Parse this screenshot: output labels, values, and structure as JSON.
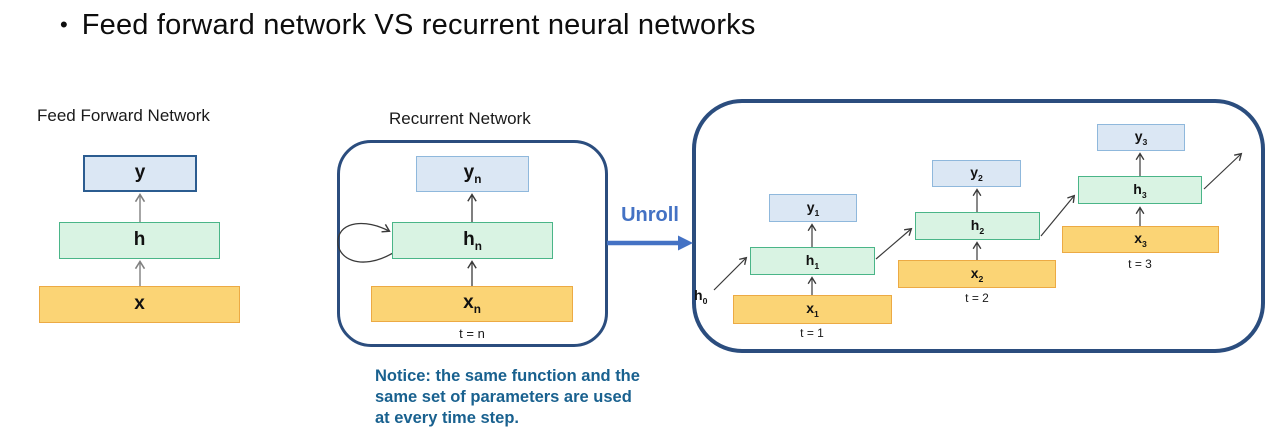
{
  "title": {
    "bullet": "•",
    "text": "Feed forward network VS recurrent neural networks"
  },
  "feedforward": {
    "title": "Feed Forward Network",
    "boxes": {
      "y": {
        "base": "y",
        "sub": ""
      },
      "h": {
        "base": "h",
        "sub": ""
      },
      "x": {
        "base": "x",
        "sub": ""
      }
    }
  },
  "recurrent": {
    "title": "Recurrent Network",
    "boxes": {
      "y": {
        "base": "y",
        "sub": "n"
      },
      "h": {
        "base": "h",
        "sub": "n"
      },
      "x": {
        "base": "x",
        "sub": "n"
      }
    },
    "time_label": "t = n"
  },
  "unroll": {
    "label": "Unroll"
  },
  "unrolled": {
    "h0": {
      "base": "h",
      "sub": "0"
    },
    "steps": [
      {
        "x": {
          "base": "x",
          "sub": "1"
        },
        "h": {
          "base": "h",
          "sub": "1"
        },
        "y": {
          "base": "y",
          "sub": "1"
        },
        "time_label": "t = 1"
      },
      {
        "x": {
          "base": "x",
          "sub": "2"
        },
        "h": {
          "base": "h",
          "sub": "2"
        },
        "y": {
          "base": "y",
          "sub": "2"
        },
        "time_label": "t = 2"
      },
      {
        "x": {
          "base": "x",
          "sub": "3"
        },
        "h": {
          "base": "h",
          "sub": "3"
        },
        "y": {
          "base": "y",
          "sub": "3"
        },
        "time_label": "t = 3"
      }
    ]
  },
  "notice": {
    "lines": [
      "Notice: the same function and the",
      "same set of parameters are used",
      "at every time step."
    ]
  },
  "colors": {
    "box_blue_fill": "#dbe7f4",
    "box_blue_border": "#8fb8dc",
    "box_blue_border_dark": "#2b5c90",
    "box_green_fill": "#d9f3e3",
    "box_green_border": "#4ab588",
    "box_orange_fill": "#fbd475",
    "box_orange_border": "#ecaa44",
    "outline_navy": "#2b4d7e",
    "unroll_blue": "#4472c4",
    "notice_blue": "#19618f",
    "arrow_dark": "#3a3a3a",
    "arrow_gray": "#808080"
  }
}
